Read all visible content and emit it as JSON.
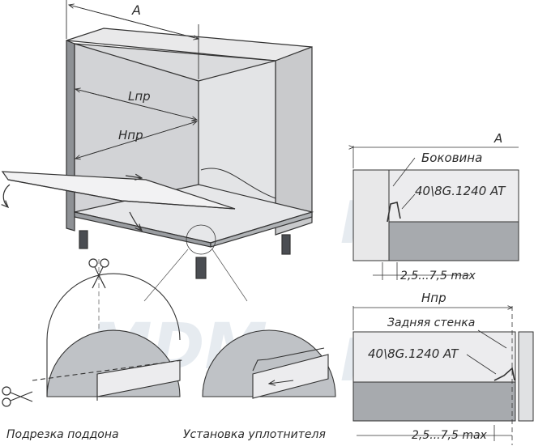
{
  "watermark": {
    "text": "MDM"
  },
  "labels": {
    "a_top": "A",
    "lpr": "Lпр",
    "hpr_main": "Hпр",
    "a_section": "A",
    "side_panel": "Боковина",
    "part_code": "40\\8G.1240 AT",
    "gap": "2,5...7,5 max",
    "hpr_section": "Hпр",
    "back_wall": "Задняя стенка"
  },
  "captions": {
    "cut_tray": "Подрезка поддона",
    "seal_install": "Установка уплотнителя"
  }
}
